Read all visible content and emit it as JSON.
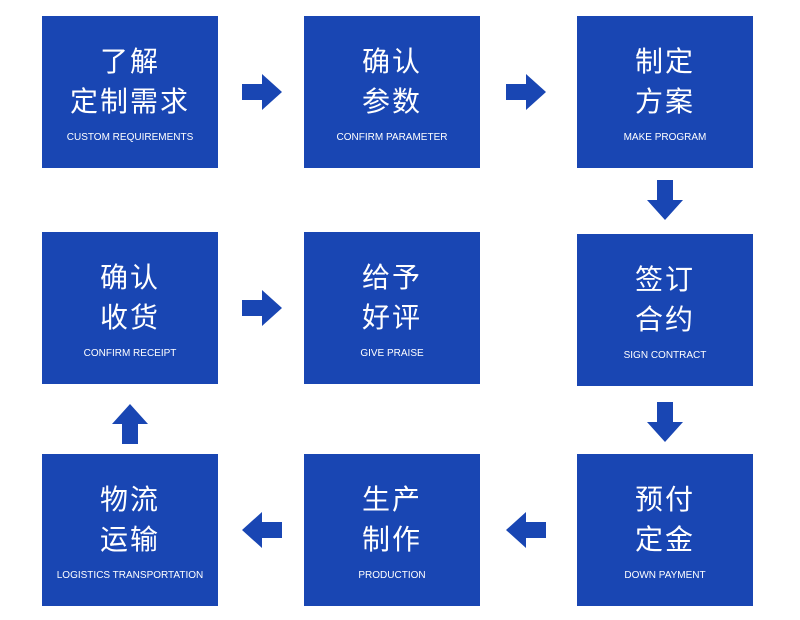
{
  "steps": [
    {
      "cn_line1": "了解",
      "cn_line2": "定制需求",
      "en": "CUSTOM REQUIREMENTS"
    },
    {
      "cn_line1": "确认",
      "cn_line2": "参数",
      "en": "CONFIRM PARAMETER"
    },
    {
      "cn_line1": "制定",
      "cn_line2": "方案",
      "en": "MAKE PROGRAM"
    },
    {
      "cn_line1": "签订",
      "cn_line2": "合约",
      "en": "SIGN CONTRACT"
    },
    {
      "cn_line1": "预付",
      "cn_line2": "定金",
      "en": "DOWN PAYMENT"
    },
    {
      "cn_line1": "生产",
      "cn_line2": "制作",
      "en": "PRODUCTION"
    },
    {
      "cn_line1": "物流",
      "cn_line2": "运输",
      "en": "LOGISTICS TRANSPORTATION"
    },
    {
      "cn_line1": "确认",
      "cn_line2": "收货",
      "en": "CONFIRM RECEIPT"
    },
    {
      "cn_line1": "给予",
      "cn_line2": "好评",
      "en": "GIVE PRAISE"
    }
  ],
  "arrows": [
    {
      "icon": "arrow-right-icon"
    },
    {
      "icon": "arrow-right-icon"
    },
    {
      "icon": "arrow-down-icon"
    },
    {
      "icon": "arrow-down-icon"
    },
    {
      "icon": "arrow-left-icon"
    },
    {
      "icon": "arrow-left-icon"
    },
    {
      "icon": "arrow-up-icon"
    },
    {
      "icon": "arrow-right-icon"
    }
  ],
  "colors": {
    "box": "#1946b3",
    "text": "#ffffff",
    "background": "#ffffff"
  }
}
